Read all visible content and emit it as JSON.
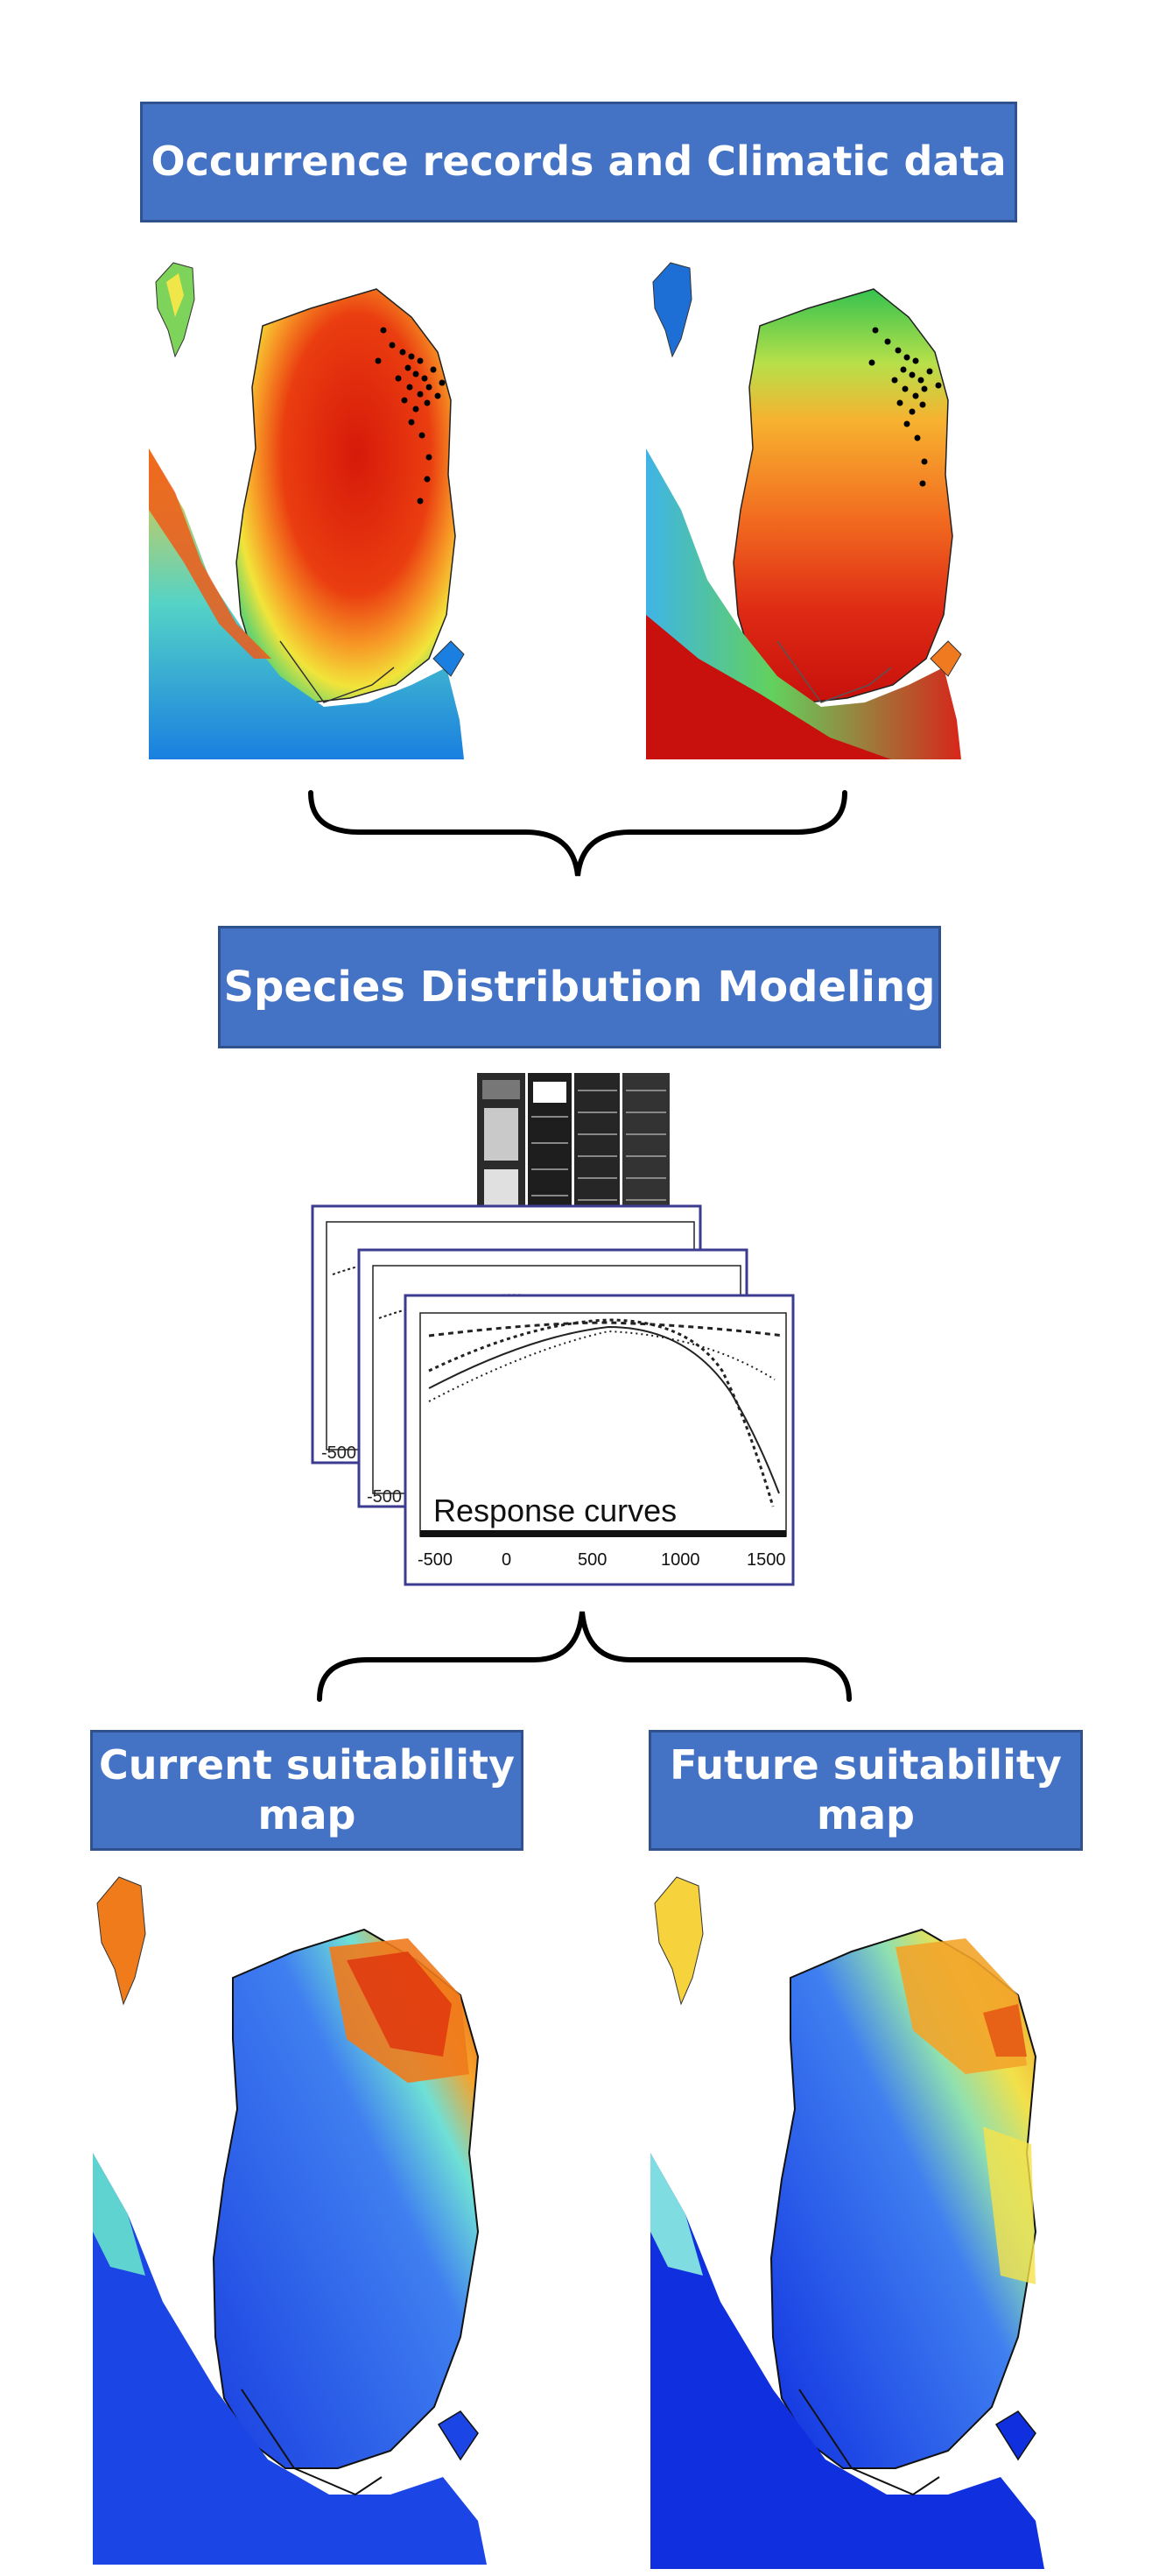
{
  "boxes": {
    "occurrence": "Occurrence records and Climatic data",
    "sdm": "Species Distribution Modeling",
    "current": "Current  suitability\nmap",
    "future": "Future  suitability\nmap"
  },
  "response_chart": {
    "label": "Response curves",
    "ticks": [
      "-500",
      "0",
      "500",
      "1000",
      "1500"
    ],
    "back_tick": "-500"
  },
  "colors": {
    "box_fill": "#4472c4",
    "box_border": "#2f528f",
    "panel_border": "#3b3b8f"
  }
}
